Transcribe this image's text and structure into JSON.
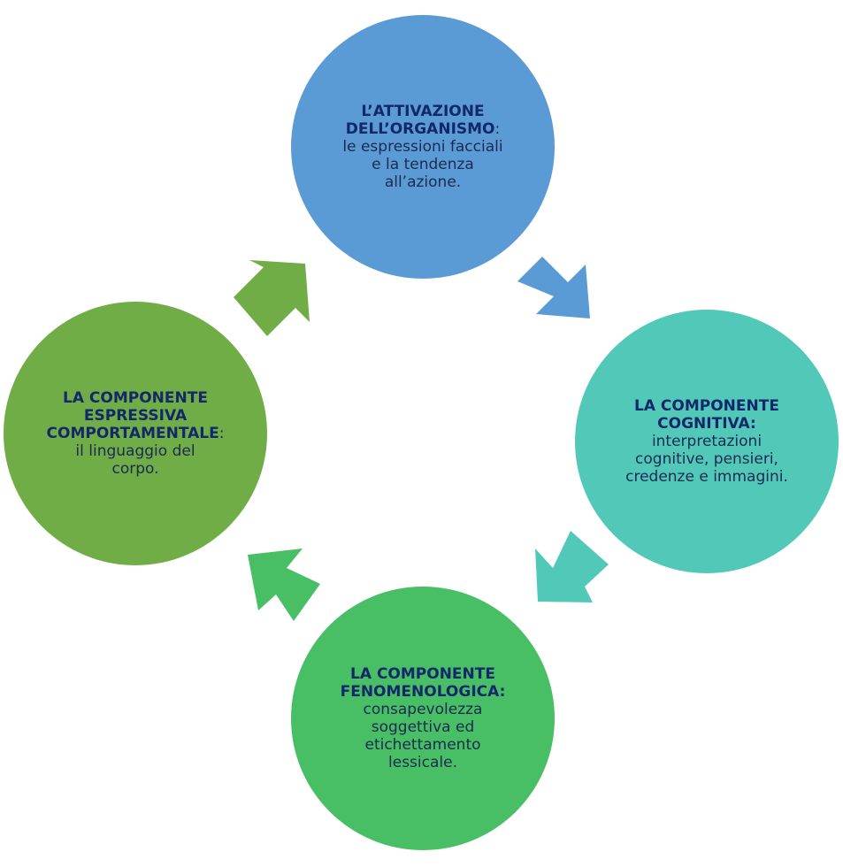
{
  "nodes": {
    "top": {
      "title": "L’ATTIVAZIONE DELL’ORGANISMO",
      "separator": ":",
      "description": "le espressioni facciali e la tendenza all’azione.",
      "color": "#5b9bd5"
    },
    "right": {
      "title": "LA COMPONENTE COGNITIVA:",
      "separator": "",
      "description": "interpretazioni cognitive, pensieri, credenze e immagini.",
      "color": "#52c9b8"
    },
    "bottom": {
      "title": "LA COMPONENTE FENOMENOLOGICA:",
      "separator": "",
      "description": "consapevolezza soggettiva ed etichettamento lessicale.",
      "color": "#48bf64"
    },
    "left": {
      "title": "LA COMPONENTE ESPRESSIVA COMPORTAMENTALE",
      "separator": ":",
      "description": "il linguaggio del corpo.",
      "color": "#71ad47"
    }
  },
  "arrows": {
    "top_to_right": {
      "color": "#5b9bd5"
    },
    "right_to_bottom": {
      "color": "#52c9b8"
    },
    "bottom_to_left": {
      "color": "#48bf64"
    },
    "left_to_top": {
      "color": "#71ad47"
    }
  }
}
